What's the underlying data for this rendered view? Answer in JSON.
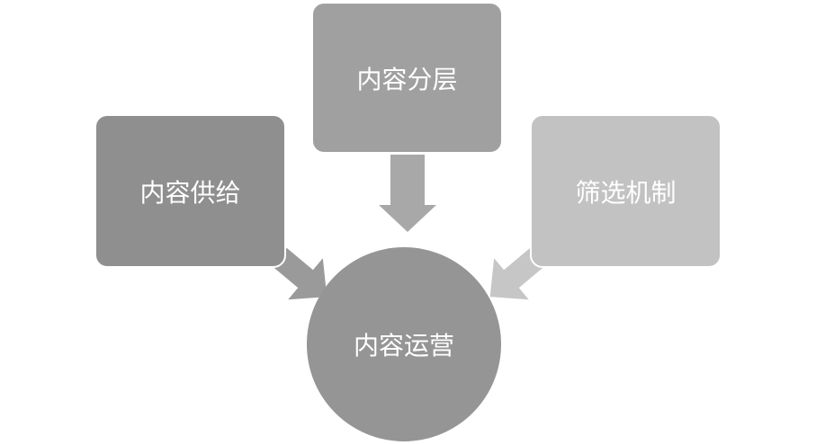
{
  "nodes": {
    "top": {
      "label": "内容分层",
      "color": "#a0a0a0"
    },
    "left": {
      "label": "内容供给",
      "color": "#8f8f8f"
    },
    "right": {
      "label": "筛选机制",
      "color": "#c2c2c2"
    },
    "center": {
      "label": "内容运营",
      "color": "#959595"
    }
  },
  "arrows": {
    "top": "#a8a8a8",
    "left": "#9a9a9a",
    "right": "#c6c6c6"
  }
}
